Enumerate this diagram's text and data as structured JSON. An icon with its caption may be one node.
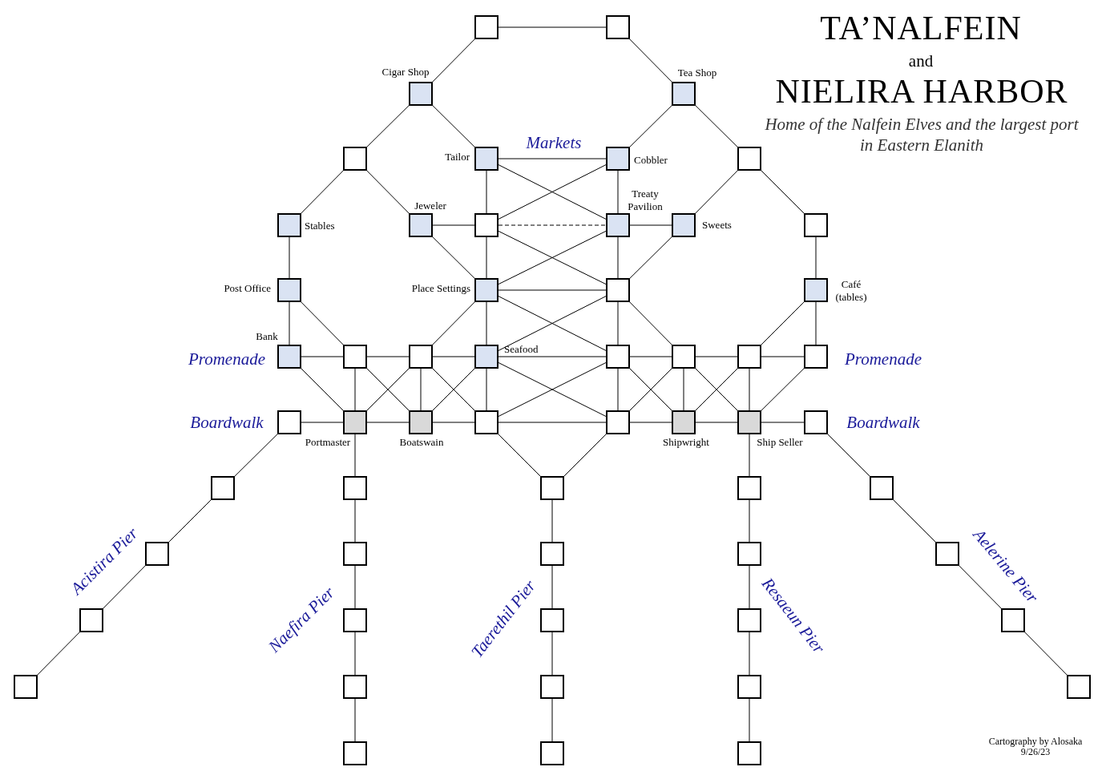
{
  "diagram": {
    "title": "TA’NALFEIN",
    "caption": "Cartography by Alosaka 9/26/23",
    "nodes": [
      {
        "text": [],
        "shape": "box"
      },
      {
        "text": [],
        "shape": "box"
      },
      {
        "text": [],
        "shape": "box",
        "beside": [
          "Cigar Shop"
        ]
      },
      {
        "text": [],
        "shape": "box",
        "beside": [
          "Tea Shop"
        ]
      },
      {
        "text": [],
        "shape": "box"
      },
      {
        "text": [],
        "shape": "box",
        "beside": [
          "Tailor"
        ]
      },
      {
        "text": [],
        "shape": "box",
        "beside": [
          "Cobbler"
        ]
      },
      {
        "text": [],
        "shape": "box"
      },
      {
        "text": [],
        "shape": "box",
        "beside": [
          "Stables"
        ]
      },
      {
        "text": [],
        "shape": "box",
        "beside": [
          "Jeweler"
        ]
      },
      {
        "text": [],
        "shape": "box"
      },
      {
        "text": [],
        "shape": "box",
        "beside": [
          "Treaty Pavilion"
        ]
      },
      {
        "text": [],
        "shape": "box",
        "beside": [
          "Sweets"
        ]
      },
      {
        "text": [],
        "shape": "box"
      },
      {
        "text": [],
        "shape": "box",
        "beside": [
          "Post Office"
        ]
      },
      {
        "text": [],
        "shape": "box",
        "beside": [
          "Place Settings"
        ]
      },
      {
        "text": [],
        "shape": "box"
      },
      {
        "text": [],
        "shape": "box",
        "beside": [
          "Café (tables)"
        ]
      },
      {
        "text": [],
        "shape": "box",
        "beside": [
          "Bank"
        ]
      },
      {
        "text": [],
        "shape": "box"
      },
      {
        "text": [],
        "shape": "box"
      },
      {
        "text": [],
        "shape": "box",
        "beside": [
          "Seafood"
        ]
      },
      {
        "text": [],
        "shape": "box"
      },
      {
        "text": [],
        "shape": "box"
      },
      {
        "text": [],
        "shape": "box"
      },
      {
        "text": [],
        "shape": "box"
      },
      {
        "text": [],
        "shape": "box"
      },
      {
        "text": [],
        "shape": "box",
        "beside": [
          "Portmaster"
        ]
      },
      {
        "text": [],
        "shape": "box",
        "beside": [
          "Boatswain"
        ]
      },
      {
        "text": [],
        "shape": "box"
      },
      {
        "text": [],
        "shape": "box"
      },
      {
        "text": [],
        "shape": "box",
        "beside": [
          "Shipwright"
        ]
      },
      {
        "text": [],
        "shape": "box",
        "beside": [
          "Ship Seller"
        ]
      },
      {
        "text": [],
        "shape": "box"
      },
      {
        "text": [],
        "shape": "box"
      },
      {
        "text": [],
        "shape": "box"
      },
      {
        "text": [],
        "shape": "box"
      },
      {
        "text": [],
        "shape": "box"
      },
      {
        "text": [],
        "shape": "box"
      },
      {
        "text": [],
        "shape": "box"
      },
      {
        "text": [],
        "shape": "box"
      },
      {
        "text": [],
        "shape": "box"
      },
      {
        "text": [],
        "shape": "box"
      },
      {
        "text": [],
        "shape": "box"
      },
      {
        "text": [],
        "shape": "box"
      },
      {
        "text": [],
        "shape": "box"
      },
      {
        "text": [],
        "shape": "box"
      },
      {
        "text": [],
        "shape": "box"
      },
      {
        "text": [],
        "shape": "box"
      },
      {
        "text": [],
        "shape": "box"
      },
      {
        "text": [],
        "shape": "box"
      },
      {
        "text": [],
        "shape": "box"
      },
      {
        "text": [],
        "shape": "box"
      },
      {
        "text": [],
        "shape": "box"
      },
      {
        "text": [],
        "shape": "box"
      },
      {
        "text": [],
        "shape": "box"
      },
      {
        "text": [],
        "shape": "box"
      }
    ],
    "edges": [
      {
        "from": 0,
        "to": 1,
        "arrow": "none"
      },
      {
        "from": 0,
        "to": 2,
        "arrow": "none"
      },
      {
        "from": 1,
        "to": 3,
        "arrow": "none"
      },
      {
        "from": 2,
        "to": 4,
        "arrow": "none"
      },
      {
        "from": 2,
        "to": 5,
        "arrow": "none"
      },
      {
        "from": 3,
        "to": 6,
        "arrow": "none"
      },
      {
        "from": 3,
        "to": 7,
        "arrow": "none"
      },
      {
        "from": 4,
        "to": 8,
        "arrow": "none"
      },
      {
        "from": 4,
        "to": 9,
        "arrow": "none"
      },
      {
        "from": 5,
        "to": 6,
        "arrow": "none"
      },
      {
        "from": 5,
        "to": 10,
        "arrow": "none"
      },
      {
        "from": 5,
        "to": 11,
        "arrow": "none"
      },
      {
        "from": 6,
        "to": 10,
        "arrow": "none"
      },
      {
        "from": 6,
        "to": 11,
        "arrow": "none"
      },
      {
        "from": 7,
        "to": 12,
        "arrow": "none"
      },
      {
        "from": 7,
        "to": 13,
        "arrow": "none"
      },
      {
        "from": 9,
        "to": 10,
        "arrow": "none"
      },
      {
        "from": 10,
        "to": 11,
        "arrow": "none",
        "style": "dashed"
      },
      {
        "from": 11,
        "to": 12,
        "arrow": "none"
      },
      {
        "from": 8,
        "to": 14,
        "arrow": "none"
      },
      {
        "from": 9,
        "to": 15,
        "arrow": "none"
      },
      {
        "from": 10,
        "to": 15,
        "arrow": "none"
      },
      {
        "from": 10,
        "to": 16,
        "arrow": "none"
      },
      {
        "from": 11,
        "to": 15,
        "arrow": "none"
      },
      {
        "from": 11,
        "to": 16,
        "arrow": "none"
      },
      {
        "from": 12,
        "to": 16,
        "arrow": "none"
      },
      {
        "from": 13,
        "to": 17,
        "arrow": "none"
      },
      {
        "from": 15,
        "to": 16,
        "arrow": "none"
      },
      {
        "from": 14,
        "to": 18,
        "arrow": "none"
      },
      {
        "from": 14,
        "to": 19,
        "arrow": "none"
      },
      {
        "from": 15,
        "to": 20,
        "arrow": "none"
      },
      {
        "from": 15,
        "to": 21,
        "arrow": "none"
      },
      {
        "from": 15,
        "to": 22,
        "arrow": "none"
      },
      {
        "from": 16,
        "to": 21,
        "arrow": "none"
      },
      {
        "from": 16,
        "to": 22,
        "arrow": "none"
      },
      {
        "from": 16,
        "to": 23,
        "arrow": "none"
      },
      {
        "from": 17,
        "to": 24,
        "arrow": "none"
      },
      {
        "from": 17,
        "to": 25,
        "arrow": "none"
      },
      {
        "from": 18,
        "to": 19,
        "arrow": "none"
      },
      {
        "from": 19,
        "to": 20,
        "arrow": "none"
      },
      {
        "from": 20,
        "to": 21,
        "arrow": "none"
      },
      {
        "from": 21,
        "to": 22,
        "arrow": "none"
      },
      {
        "from": 22,
        "to": 23,
        "arrow": "none"
      },
      {
        "from": 23,
        "to": 24,
        "arrow": "none"
      },
      {
        "from": 24,
        "to": 25,
        "arrow": "none"
      },
      {
        "from": 18,
        "to": 27,
        "arrow": "none"
      },
      {
        "from": 19,
        "to": 27,
        "arrow": "none"
      },
      {
        "from": 19,
        "to": 28,
        "arrow": "none"
      },
      {
        "from": 20,
        "to": 27,
        "arrow": "none"
      },
      {
        "from": 20,
        "to": 28,
        "arrow": "none"
      },
      {
        "from": 20,
        "to": 29,
        "arrow": "none"
      },
      {
        "from": 21,
        "to": 28,
        "arrow": "none"
      },
      {
        "from": 21,
        "to": 29,
        "arrow": "none"
      },
      {
        "from": 21,
        "to": 30,
        "arrow": "none"
      },
      {
        "from": 22,
        "to": 29,
        "arrow": "none"
      },
      {
        "from": 22,
        "to": 30,
        "arrow": "none"
      },
      {
        "from": 22,
        "to": 31,
        "arrow": "none"
      },
      {
        "from": 23,
        "to": 30,
        "arrow": "none"
      },
      {
        "from": 23,
        "to": 31,
        "arrow": "none"
      },
      {
        "from": 23,
        "to": 32,
        "arrow": "none"
      },
      {
        "from": 24,
        "to": 31,
        "arrow": "none"
      },
      {
        "from": 24,
        "to": 32,
        "arrow": "none"
      },
      {
        "from": 25,
        "to": 32,
        "arrow": "none"
      },
      {
        "from": 26,
        "to": 27,
        "arrow": "none"
      },
      {
        "from": 27,
        "to": 28,
        "arrow": "none"
      },
      {
        "from": 28,
        "to": 29,
        "arrow": "none"
      },
      {
        "from": 29,
        "to": 30,
        "arrow": "none"
      },
      {
        "from": 30,
        "to": 31,
        "arrow": "none"
      },
      {
        "from": 31,
        "to": 32,
        "arrow": "none"
      },
      {
        "from": 32,
        "to": 33,
        "arrow": "none"
      },
      {
        "from": 26,
        "to": 34,
        "arrow": "none"
      },
      {
        "from": 27,
        "to": 35,
        "arrow": "none"
      },
      {
        "from": 29,
        "to": 36,
        "arrow": "none"
      },
      {
        "from": 30,
        "to": 36,
        "arrow": "none"
      },
      {
        "from": 32,
        "to": 37,
        "arrow": "none"
      },
      {
        "from": 33,
        "to": 38,
        "arrow": "none"
      },
      {
        "from": 34,
        "to": 39,
        "arrow": "none"
      },
      {
        "from": 39,
        "to": 44,
        "arrow": "none"
      },
      {
        "from": 44,
        "to": 49,
        "arrow": "none"
      },
      {
        "from": 35,
        "to": 40,
        "arrow": "none"
      },
      {
        "from": 40,
        "to": 45,
        "arrow": "none"
      },
      {
        "from": 45,
        "to": 50,
        "arrow": "none"
      },
      {
        "from": 50,
        "to": 54,
        "arrow": "none"
      },
      {
        "from": 36,
        "to": 41,
        "arrow": "none"
      },
      {
        "from": 41,
        "to": 46,
        "arrow": "none"
      },
      {
        "from": 46,
        "to": 51,
        "arrow": "none"
      },
      {
        "from": 51,
        "to": 55,
        "arrow": "none"
      },
      {
        "from": 37,
        "to": 42,
        "arrow": "none"
      },
      {
        "from": 42,
        "to": 47,
        "arrow": "none"
      },
      {
        "from": 47,
        "to": 52,
        "arrow": "none"
      },
      {
        "from": 52,
        "to": 56,
        "arrow": "none"
      },
      {
        "from": 38,
        "to": 43,
        "arrow": "none"
      },
      {
        "from": 43,
        "to": 48,
        "arrow": "none"
      },
      {
        "from": 48,
        "to": 53,
        "arrow": "none"
      }
    ],
    "labels": [
      "and",
      "NIELIRA HARBOR",
      "Home of the Nalfein Elves and the largest port in Eastern Elanith",
      "Markets",
      "Promenade",
      "Promenade",
      "Boardwalk",
      "Boardwalk",
      "Acistira Pier",
      "Naefira Pier",
      "Taerethil Pier",
      "Resaeun Pier",
      "Aelerine Pier"
    ]
  }
}
